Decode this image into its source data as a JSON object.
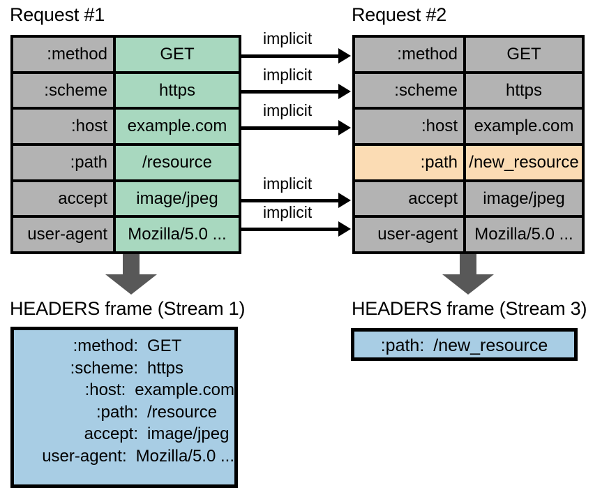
{
  "colors": {
    "cell_gray": "#b3b3b3",
    "cell_green": "#a8d8bf",
    "cell_orange": "#fbdcb4",
    "frame_blue": "#a8cde4",
    "arrow_gray": "#585858",
    "stroke": "#000000"
  },
  "request1": {
    "title": "Request #1",
    "rows": [
      {
        "name": ":method",
        "value": "GET",
        "fill": "green"
      },
      {
        "name": ":scheme",
        "value": "https",
        "fill": "green"
      },
      {
        "name": ":host",
        "value": "example.com",
        "fill": "green"
      },
      {
        "name": ":path",
        "value": "/resource",
        "fill": "green"
      },
      {
        "name": "accept",
        "value": "image/jpeg",
        "fill": "green"
      },
      {
        "name": "user-agent",
        "value": "Mozilla/5.0 ...",
        "fill": "green"
      }
    ]
  },
  "request2": {
    "title": "Request #2",
    "rows": [
      {
        "name": ":method",
        "value": "GET",
        "fill": "gray"
      },
      {
        "name": ":scheme",
        "value": "https",
        "fill": "gray"
      },
      {
        "name": ":host",
        "value": "example.com",
        "fill": "gray"
      },
      {
        "name": ":path",
        "value": "/new_resource",
        "fill": "orange"
      },
      {
        "name": "accept",
        "value": "image/jpeg",
        "fill": "gray"
      },
      {
        "name": "user-agent",
        "value": "Mozilla/5.0 ...",
        "fill": "gray"
      }
    ]
  },
  "implicit_links": [
    {
      "label": "implicit",
      "from": ":method"
    },
    {
      "label": "implicit",
      "from": ":scheme"
    },
    {
      "label": "implicit",
      "from": ":host"
    },
    {
      "label": "implicit",
      "from": "accept"
    },
    {
      "label": "implicit",
      "from": "user-agent"
    }
  ],
  "frame1": {
    "title": "HEADERS frame (Stream 1)",
    "entries": [
      {
        "key": ":method:",
        "value": "GET"
      },
      {
        "key": ":scheme:",
        "value": "https"
      },
      {
        "key": ":host:",
        "value": "example.com"
      },
      {
        "key": ":path:",
        "value": "/resource"
      },
      {
        "key": "accept:",
        "value": "image/jpeg"
      },
      {
        "key": "user-agent:",
        "value": "Mozilla/5.0 ..."
      }
    ]
  },
  "frame2": {
    "title": "HEADERS frame (Stream 3)",
    "entries": [
      {
        "key": ":path:",
        "value": "/new_resource"
      }
    ]
  }
}
